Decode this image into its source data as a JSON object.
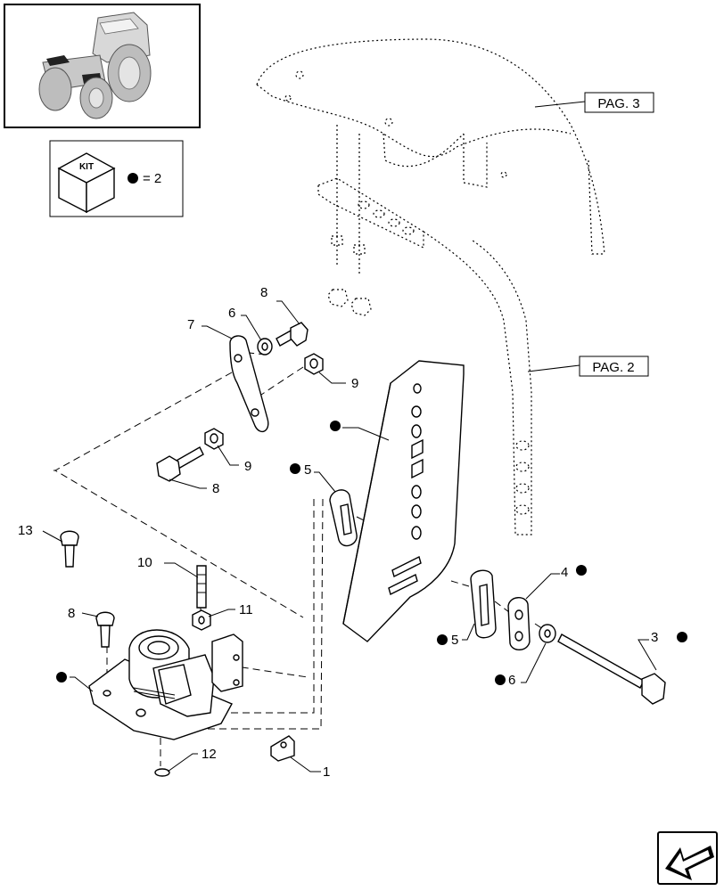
{
  "references": {
    "pag3": "PAG. 3",
    "pag2": "PAG. 2"
  },
  "kit_legend": {
    "cube_label": "KIT",
    "equation": "= 2"
  },
  "callouts": [
    "1",
    "3",
    "4",
    "5",
    "5",
    "6",
    "6",
    "7",
    "8",
    "8",
    "8",
    "9",
    "9",
    "10",
    "11",
    "12",
    "13"
  ],
  "icons": {
    "thumbnail": "tractor-thumbnail",
    "kit_marker": "filled-dot",
    "navigation": "next-page-arrow"
  }
}
